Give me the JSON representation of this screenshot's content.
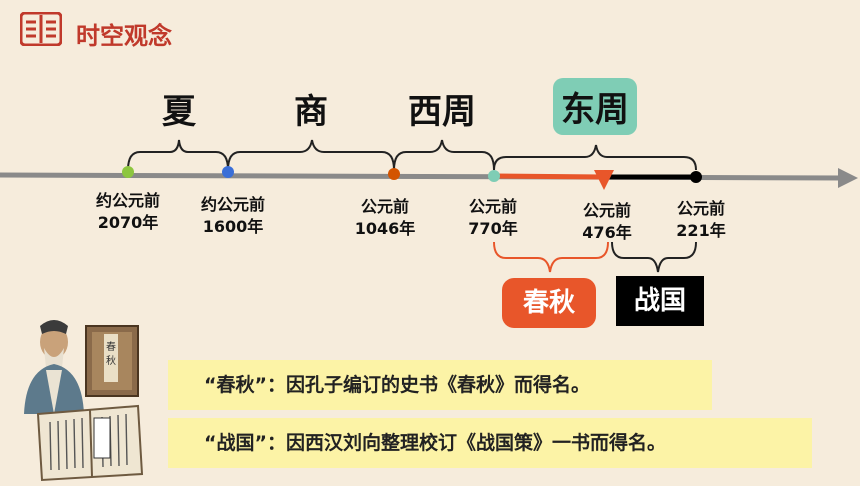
{
  "header": {
    "title": "时空观念",
    "icon": "book-icon"
  },
  "dynasties": [
    {
      "name": "夏"
    },
    {
      "name": "商"
    },
    {
      "name": "西周"
    },
    {
      "name": "东周"
    }
  ],
  "dates": [
    {
      "line1": "约公元前",
      "line2": "2070年"
    },
    {
      "line1": "约公元前",
      "line2": "1600年"
    },
    {
      "line1": "公元前",
      "line2": "1046年"
    },
    {
      "line1": "公元前",
      "line2": "770年"
    },
    {
      "line1": "公元前",
      "line2": "476年"
    },
    {
      "line1": "公元前",
      "line2": "221年"
    }
  ],
  "periods": {
    "chunqiu": {
      "label": "春秋",
      "color": "#e8562a"
    },
    "zhanguo": {
      "label": "战国",
      "color": "#000000"
    }
  },
  "notes": [
    "“春秋”：因孔子编订的史书《春秋》而得名。",
    "“战国”：因西汉刘向整理校订《战国策》一书而得名。"
  ],
  "colors": {
    "accent": "#c0392b",
    "timeline": "#888888",
    "dongzhou_box": "#7fcdb5",
    "note_bg": "#fcf3a6"
  }
}
